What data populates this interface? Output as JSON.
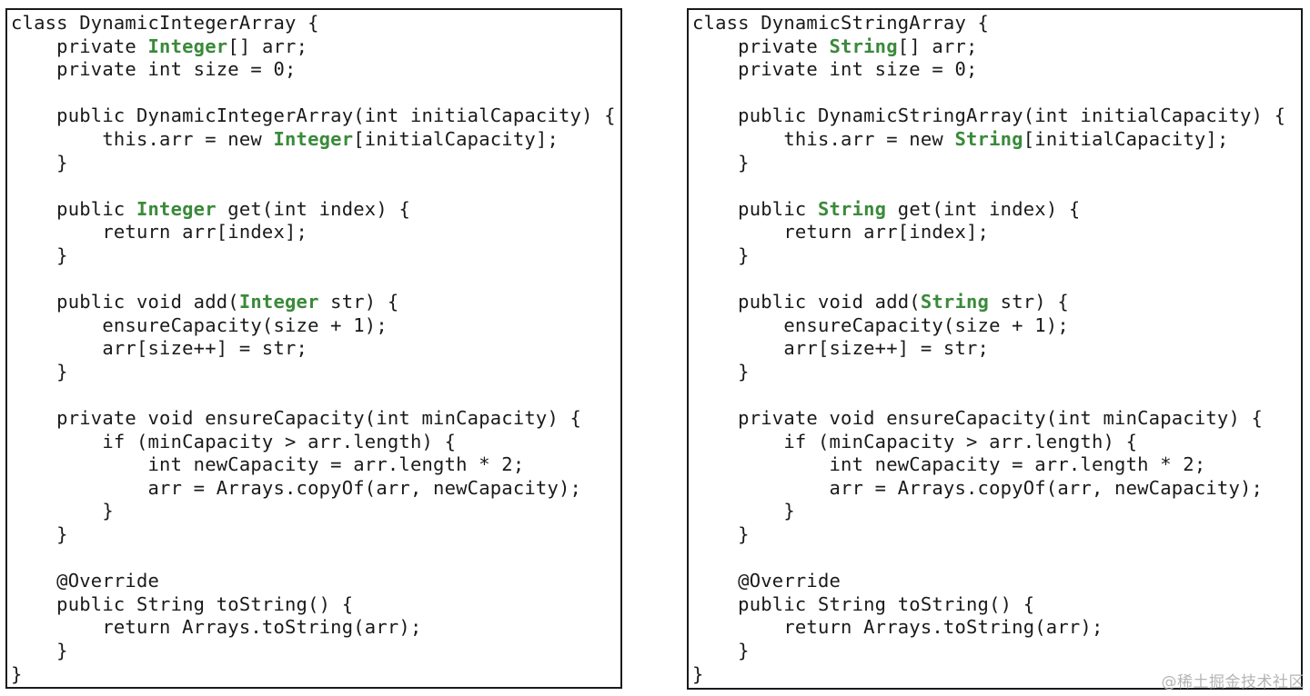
{
  "panels": [
    {
      "type_name": "Integer",
      "lines": [
        [
          "class DynamicIntegerArray {"
        ],
        [
          "    private ",
          "Integer",
          "[] arr;"
        ],
        [
          "    private int size = 0;"
        ],
        [
          ""
        ],
        [
          "    public DynamicIntegerArray(int initialCapacity) {"
        ],
        [
          "        this.arr = new ",
          "Integer",
          "[initialCapacity];"
        ],
        [
          "    }"
        ],
        [
          ""
        ],
        [
          "    public ",
          "Integer",
          " get(int index) {"
        ],
        [
          "        return arr[index];"
        ],
        [
          "    }"
        ],
        [
          ""
        ],
        [
          "    public void add(",
          "Integer",
          " str) {"
        ],
        [
          "        ensureCapacity(size + 1);"
        ],
        [
          "        arr[size++] = str;"
        ],
        [
          "    }"
        ],
        [
          ""
        ],
        [
          "    private void ensureCapacity(int minCapacity) {"
        ],
        [
          "        if (minCapacity > arr.length) {"
        ],
        [
          "            int newCapacity = arr.length * 2;"
        ],
        [
          "            arr = Arrays.copyOf(arr, newCapacity);"
        ],
        [
          "        }"
        ],
        [
          "    }"
        ],
        [
          ""
        ],
        [
          "    @Override"
        ],
        [
          "    public String toString() {"
        ],
        [
          "        return Arrays.toString(arr);"
        ],
        [
          "    }"
        ],
        [
          "}"
        ]
      ]
    },
    {
      "type_name": "String",
      "lines": [
        [
          "class DynamicStringArray {"
        ],
        [
          "    private ",
          "String",
          "[] arr;"
        ],
        [
          "    private int size = 0;"
        ],
        [
          ""
        ],
        [
          "    public DynamicStringArray(int initialCapacity) {"
        ],
        [
          "        this.arr = new ",
          "String",
          "[initialCapacity];"
        ],
        [
          "    }"
        ],
        [
          ""
        ],
        [
          "    public ",
          "String",
          " get(int index) {"
        ],
        [
          "        return arr[index];"
        ],
        [
          "    }"
        ],
        [
          ""
        ],
        [
          "    public void add(",
          "String",
          " str) {"
        ],
        [
          "        ensureCapacity(size + 1);"
        ],
        [
          "        arr[size++] = str;"
        ],
        [
          "    }"
        ],
        [
          ""
        ],
        [
          "    private void ensureCapacity(int minCapacity) {"
        ],
        [
          "        if (minCapacity > arr.length) {"
        ],
        [
          "            int newCapacity = arr.length * 2;"
        ],
        [
          "            arr = Arrays.copyOf(arr, newCapacity);"
        ],
        [
          "        }"
        ],
        [
          "    }"
        ],
        [
          ""
        ],
        [
          "    @Override"
        ],
        [
          "    public String toString() {"
        ],
        [
          "        return Arrays.toString(arr);"
        ],
        [
          "    }"
        ],
        [
          "}"
        ]
      ]
    }
  ],
  "colors": {
    "text": "#1a1a1a",
    "type_highlight": "#3a8a3a",
    "border": "#1a1a1a",
    "watermark": "#b5b5b5"
  },
  "watermark": "@稀土掘金技术社区"
}
